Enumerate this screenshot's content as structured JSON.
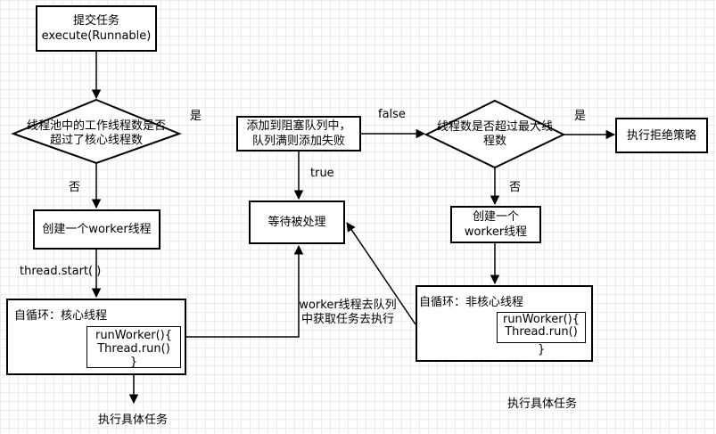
{
  "nodes": {
    "submit": [
      "提交任务",
      "execute(Runnable)"
    ],
    "core_check": [
      "线程池中的工作线程数是否",
      "超过了核心线程数"
    ],
    "create_core": "创建一个worker线程",
    "core_loop_title": "自循环：核心线程",
    "core_inner": [
      "runWorker(){",
      "Thread.run()",
      "}"
    ],
    "core_exec": "执行具体任务",
    "enqueue": [
      "添加到阻塞队列中，",
      "队列满则添加失败"
    ],
    "waiting": "等待被处理",
    "max_check": [
      "线程数是否超过最大线",
      "程数"
    ],
    "reject": "执行拒绝策略",
    "create_noncore": [
      "创建一个",
      "worker线程"
    ],
    "noncore_loop_title": "自循环：非核心线程",
    "noncore_inner": [
      "runWorker(){",
      "Thread.run()",
      "}"
    ],
    "noncore_exec": "执行具体任务"
  },
  "edge_labels": {
    "core_yes": "是",
    "core_no": "否",
    "thread_start": "thread.start( )",
    "queue_false": "false",
    "queue_true": "true",
    "max_yes": "是",
    "max_no": "否",
    "worker_fetch": [
      "worker线程去队列",
      "中获取任务去执行"
    ]
  }
}
